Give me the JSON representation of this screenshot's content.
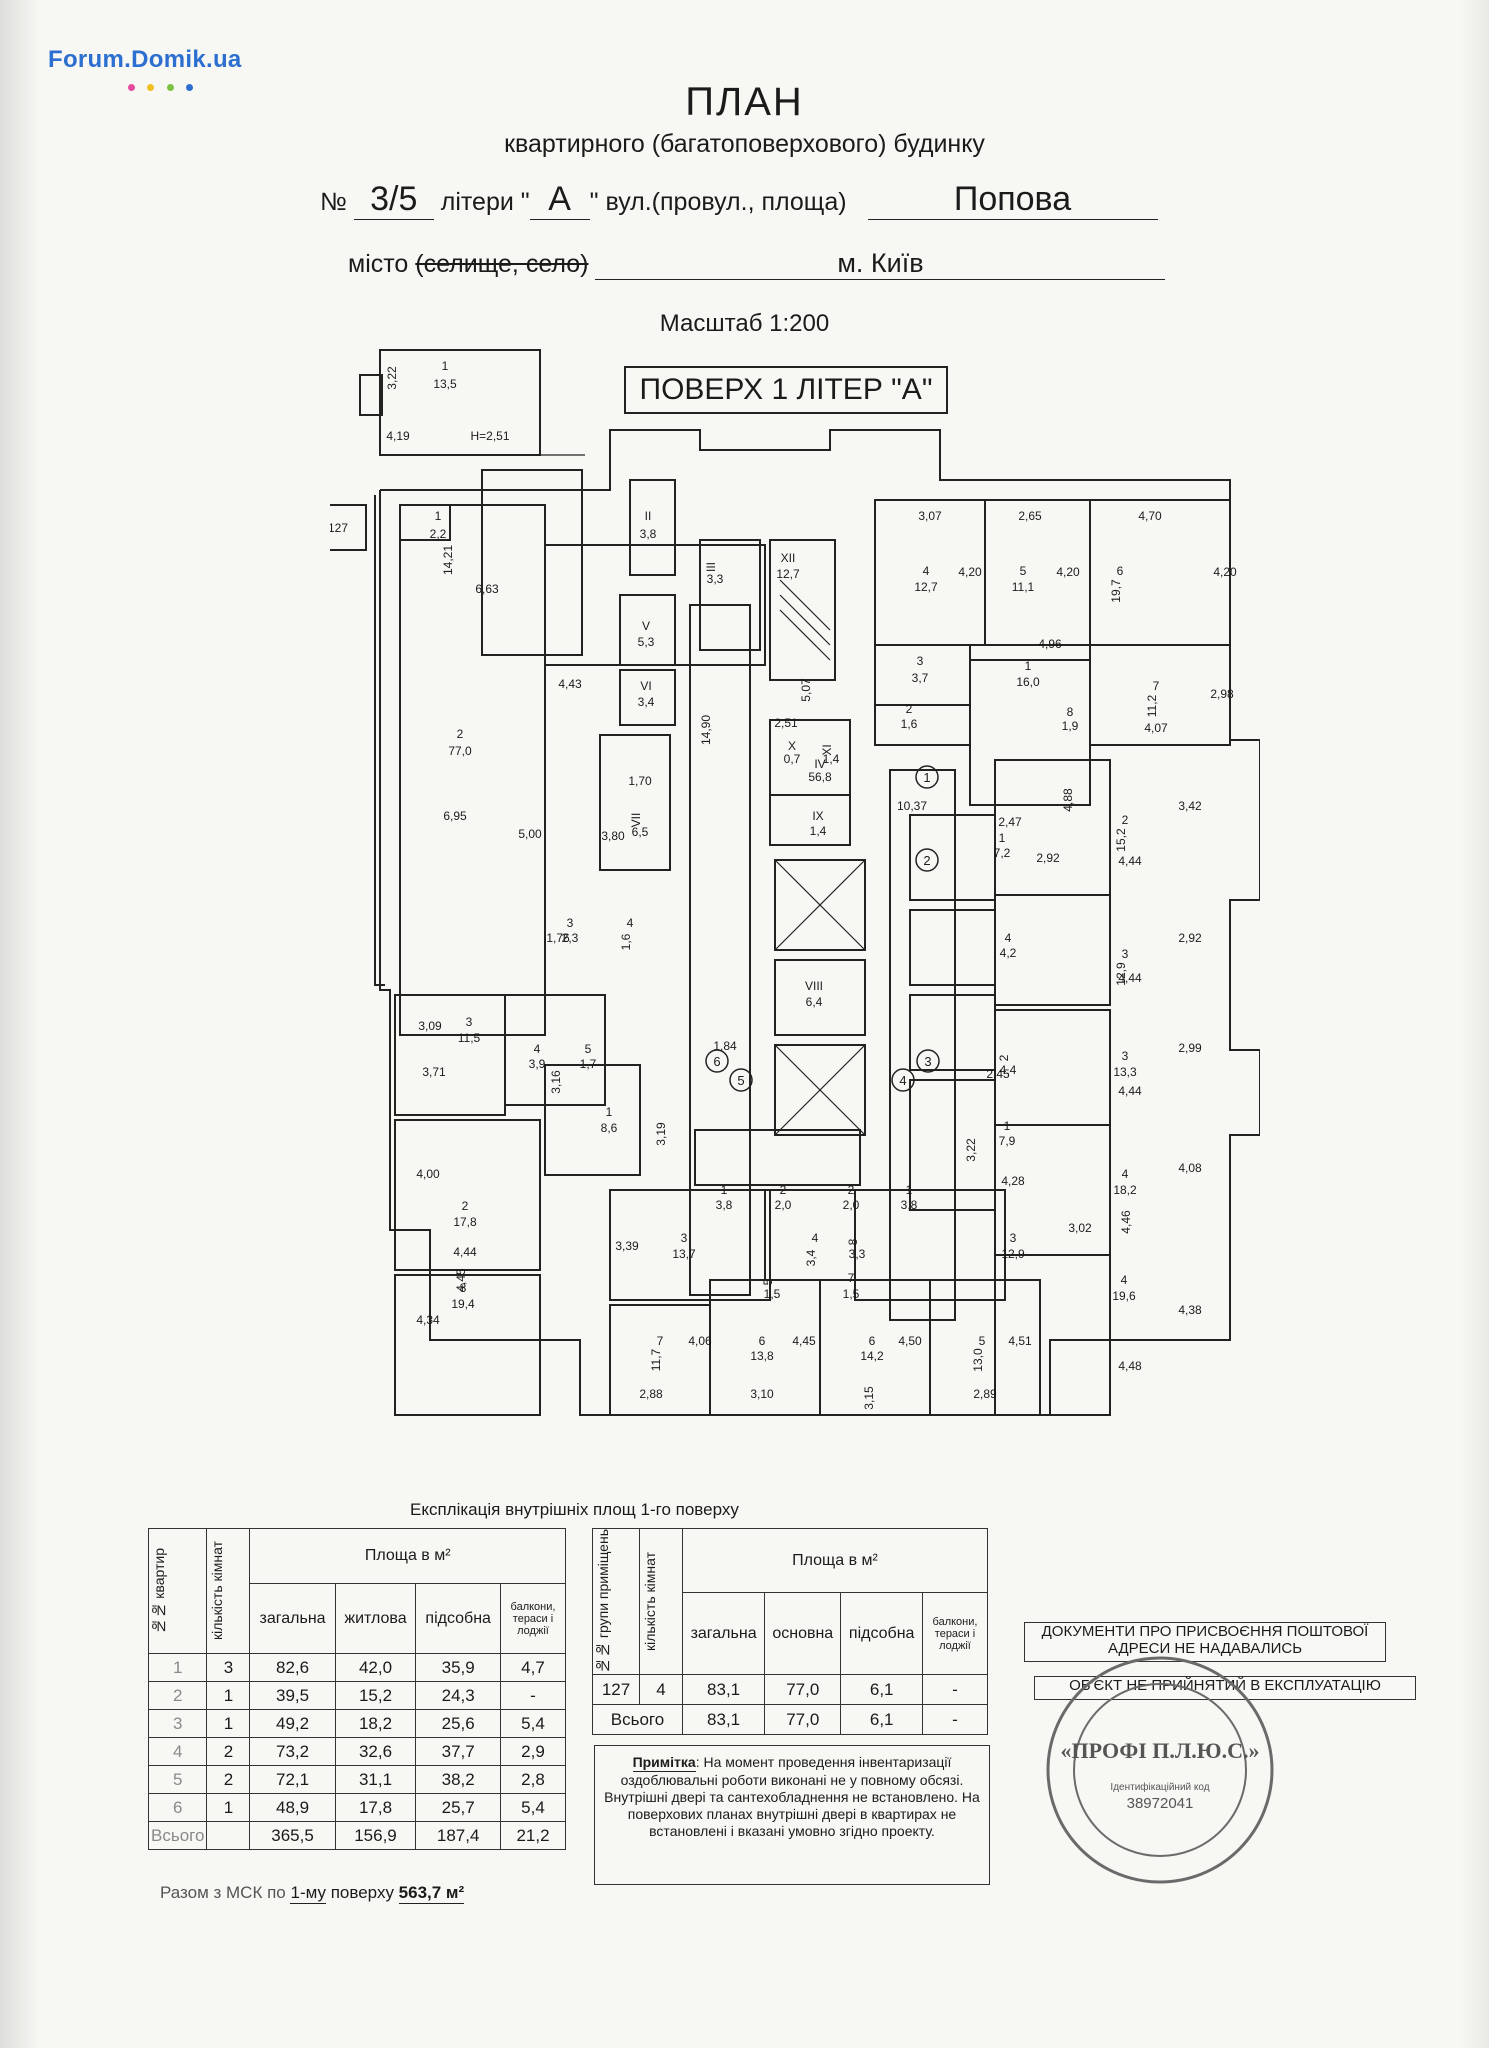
{
  "watermark": {
    "text": "Forum.Domik.ua",
    "dot_colors": [
      "#e64a9c",
      "#f0c020",
      "#7cc242",
      "#2d6fd0"
    ]
  },
  "header": {
    "title": "ПЛАН",
    "subtitle": "квартирного (багатоповерхового) будинку",
    "number_prefix": "№",
    "number": "3/5",
    "liter_prefix": "літери \"",
    "liter": "А",
    "liter_suffix": "\"",
    "street_label": "вул.(провул., площа)",
    "street": "Попова",
    "city_label": "місто",
    "city_struck": "(селище, село)",
    "city": "м. Київ",
    "scale": "Масштаб 1:200",
    "floor_title": "ПОВЕРХ 1 ЛІТЕР \"А\""
  },
  "plan": {
    "labels": [
      "3,22",
      "1",
      "13,5",
      "4,19",
      "Н=2,51",
      "127",
      "1",
      "2,2",
      "14,21",
      "6,63",
      "ІІ",
      "3,8",
      "ІІІ",
      "3,3",
      "ХІІ",
      "12,7",
      "3,07",
      "2,65",
      "4,70",
      "4",
      "12,7",
      "4,20",
      "5",
      "11,1",
      "4,20",
      "6",
      "19,7",
      "4,20",
      "2",
      "77,0",
      "4,43",
      "V",
      "5,3",
      "VI",
      "3,4",
      "14,90",
      "5,07",
      "2,51",
      "3",
      "3,7",
      "1",
      "16,0",
      "4,96",
      "7",
      "11,2",
      "2,98",
      "2",
      "1,6",
      "8",
      "1,9",
      "4,07",
      "X",
      "0,7",
      "XI",
      "1,4",
      "IV",
      "56,8",
      "IX",
      "1,4",
      "10,37",
      "4,88",
      "1,70",
      "VII",
      "6,5",
      "6,95",
      "5,00",
      "3,80",
      "2,47",
      "1",
      "7,2",
      "2,92",
      "2",
      "15,2",
      "3,42",
      "4,44",
      "3",
      "2,3",
      "4",
      "1,6",
      "1,76",
      "VIII",
      "6,4",
      "4",
      "4,2",
      "3",
      "12,9",
      "2,92",
      "4,44",
      "3",
      "11,5",
      "3,09",
      "4",
      "3,9",
      "5",
      "1,7",
      "1,84",
      "2",
      "4,4",
      "3",
      "13,3",
      "2,99",
      "4,44",
      "3,71",
      "3,16",
      "2,45",
      "1",
      "8,6",
      "3,19",
      "1",
      "3,8",
      "2",
      "2,0",
      "2",
      "2,0",
      "1",
      "3,8",
      "1",
      "7,9",
      "3,22",
      "4",
      "18,2",
      "4,08",
      "4,46",
      "2",
      "17,8",
      "4,00",
      "4,44",
      "4,45",
      "3,39",
      "3",
      "13,7",
      "4",
      "3,4",
      "8",
      "3,3",
      "4,28",
      "3",
      "12,9",
      "3,02",
      "5",
      "1,5",
      "7",
      "1,5",
      "8",
      "19,4",
      "4,34",
      "4",
      "19,6",
      "4,38",
      "4,48",
      "7",
      "11,7",
      "4,06",
      "6",
      "13,8",
      "4,45",
      "6",
      "14,2",
      "4,50",
      "5",
      "13,0",
      "4,51",
      "2,88",
      "3,10",
      "3,15",
      "2,89"
    ],
    "circles": [
      "1",
      "2",
      "3",
      "4",
      "5",
      "6"
    ]
  },
  "explication": {
    "caption": "Експлікація внутрішніх площ 1-го поверху",
    "left_table": {
      "headers": {
        "apartment": "№№ квартир",
        "rooms": "кількість кімнат",
        "area_group": "Площа в м²",
        "total": "загальна",
        "living": "житлова",
        "aux": "підсобна",
        "balcony": "балкони, тераси і лоджії"
      },
      "rows": [
        [
          "1",
          "3",
          "82,6",
          "42,0",
          "35,9",
          "4,7"
        ],
        [
          "2",
          "1",
          "39,5",
          "15,2",
          "24,3",
          "-"
        ],
        [
          "3",
          "1",
          "49,2",
          "18,2",
          "25,6",
          "5,4"
        ],
        [
          "4",
          "2",
          "73,2",
          "32,6",
          "37,7",
          "2,9"
        ],
        [
          "5",
          "2",
          "72,1",
          "31,1",
          "38,2",
          "2,8"
        ],
        [
          "6",
          "1",
          "48,9",
          "17,8",
          "25,7",
          "5,4"
        ]
      ],
      "total_row": [
        "Всього",
        "",
        "365,5",
        "156,9",
        "187,4",
        "21,2"
      ],
      "grand_total_prefix": "Разом з МСК по",
      "grand_total_floor": "1-му",
      "grand_total_mid": "поверху",
      "grand_total_value": "563,7 м²"
    },
    "right_table": {
      "headers": {
        "group": "№№ групи приміщень",
        "rooms": "кількість кімнат",
        "area_group": "Площа в м²",
        "total": "загальна",
        "main": "основна",
        "aux": "підсобна",
        "balcony": "балкони, тераси і лоджії"
      },
      "rows": [
        [
          "127",
          "4",
          "83,1",
          "77,0",
          "6,1",
          "-"
        ]
      ],
      "total_row": [
        "Всього",
        "",
        "83,1",
        "77,0",
        "6,1",
        "-"
      ]
    }
  },
  "note": {
    "label": "Примітка",
    "text": ": На момент проведення інвентаризації оздоблювальні роботи виконані не у повному обсязі. Внутрішні двері та сантехобладнення не встановлено. На поверхових планах внутрішні двері в квартирах не встановлені і вказані умовно згідно проекту."
  },
  "stamps": {
    "address": "ДОКУМЕНТИ ПРО ПРИСВОЄННЯ ПОШТОВОЇ АДРЕСИ НЕ НАДАВАЛИСЬ",
    "not_accepted": "ОБ'ЄКТ НЕ ПРИЙНЯТИЙ В ЕКСПЛУАТАЦІЮ",
    "seal_center": "«ПРОФІ П.Л.Ю.С.»",
    "seal_code_label": "Ідентифікаційний код",
    "seal_code": "38972041"
  }
}
